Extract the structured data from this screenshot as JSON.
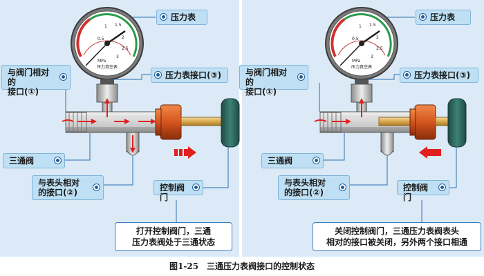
{
  "gauge": {
    "dial_label": "压力真空表",
    "unit_label": "MPa",
    "scale_numbers": [
      "0.5",
      "1",
      "1.5",
      "2",
      "2.5",
      "3"
    ]
  },
  "left_panel": {
    "label_gauge": "压力表",
    "label_valve_port_line1": "与阀门相对的",
    "label_valve_port_line2": "接口(①)",
    "label_gauge_port": "压力表接口(③)",
    "label_three_way": "三通阀",
    "label_head_port_line1": "与表头相对",
    "label_head_port_line2": "的接口(②)",
    "label_control_valve": "控制阀门",
    "note_line1": "打开控制阀门，三通",
    "note_line2": "压力表阀处于三通状态"
  },
  "right_panel": {
    "label_gauge": "压力表",
    "label_valve_port_line1": "与阀门相对的",
    "label_valve_port_line2": "接口(①)",
    "label_gauge_port": "压力表接口(③)",
    "label_three_way": "三通阀",
    "label_head_port_line1": "与表头相对",
    "label_head_port_line2": "的接口(②)",
    "label_control_valve": "控制阀门",
    "note_line1": "关闭控制阀门，三通压力表阀表头",
    "note_line2": "相对的接口被关闭，另外两个接口相通"
  },
  "caption": "图1-25　三通压力表阀接口的控制状态",
  "colors": {
    "panel_background": "#dbeaf6",
    "callout_fill": "#bfe0f4",
    "arrow_red": "#e02020",
    "valve_knob": "#2f6b63",
    "nut_orange": "#d4541d"
  }
}
